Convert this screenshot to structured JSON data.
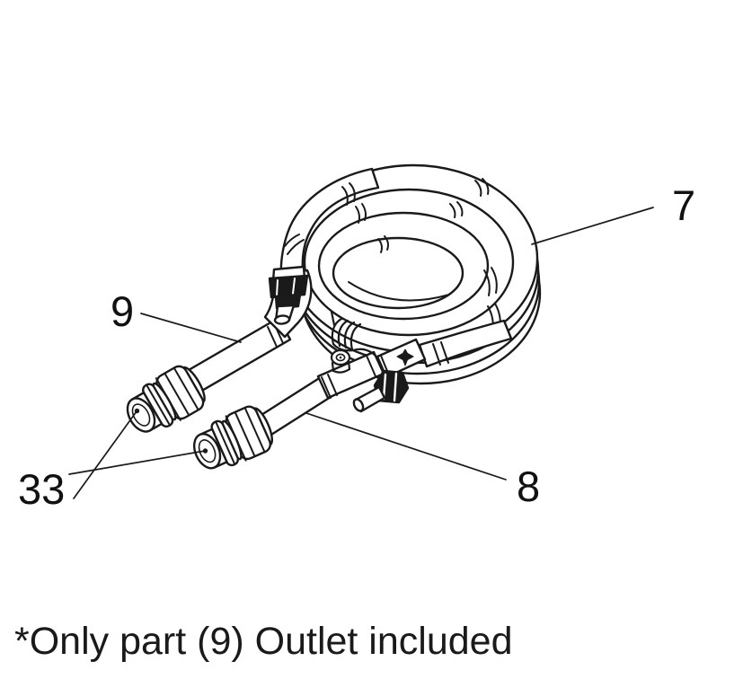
{
  "diagram": {
    "part_labels": [
      {
        "label": "7"
      },
      {
        "label": "9"
      },
      {
        "label": "8"
      },
      {
        "label": "33"
      }
    ],
    "footnote": "*Only part (9) Outlet included"
  },
  "colors": {
    "line": "#1a1a1a",
    "background": "#ffffff",
    "dark_fill": "#1a1a1a"
  }
}
